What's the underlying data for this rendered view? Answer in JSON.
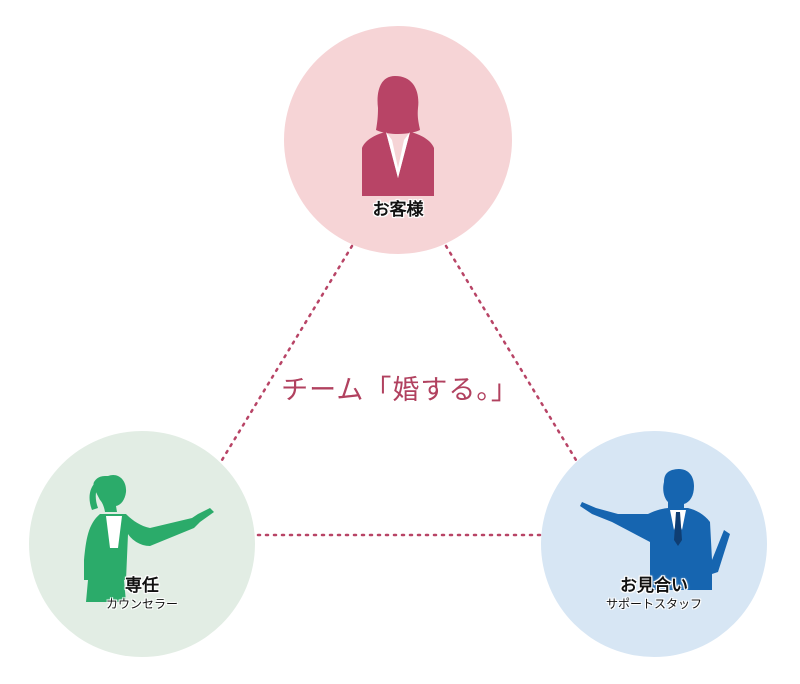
{
  "center_title": "チーム「婚する。」",
  "nodes": {
    "customer": {
      "label": "お客様",
      "color": "#b84466",
      "circle": "#f6d4d6"
    },
    "counselor": {
      "label": "専任",
      "sublabel": "カウンセラー",
      "color": "#2bab6a",
      "circle": "#e2ede4"
    },
    "staff": {
      "label": "お見合い",
      "sublabel": "サポートスタッフ",
      "color": "#1665b0",
      "circle": "#d7e6f4"
    }
  },
  "connector_color": "#b84466",
  "icons": [
    "woman-bust-icon",
    "pointing-woman-icon",
    "pointing-man-icon"
  ]
}
